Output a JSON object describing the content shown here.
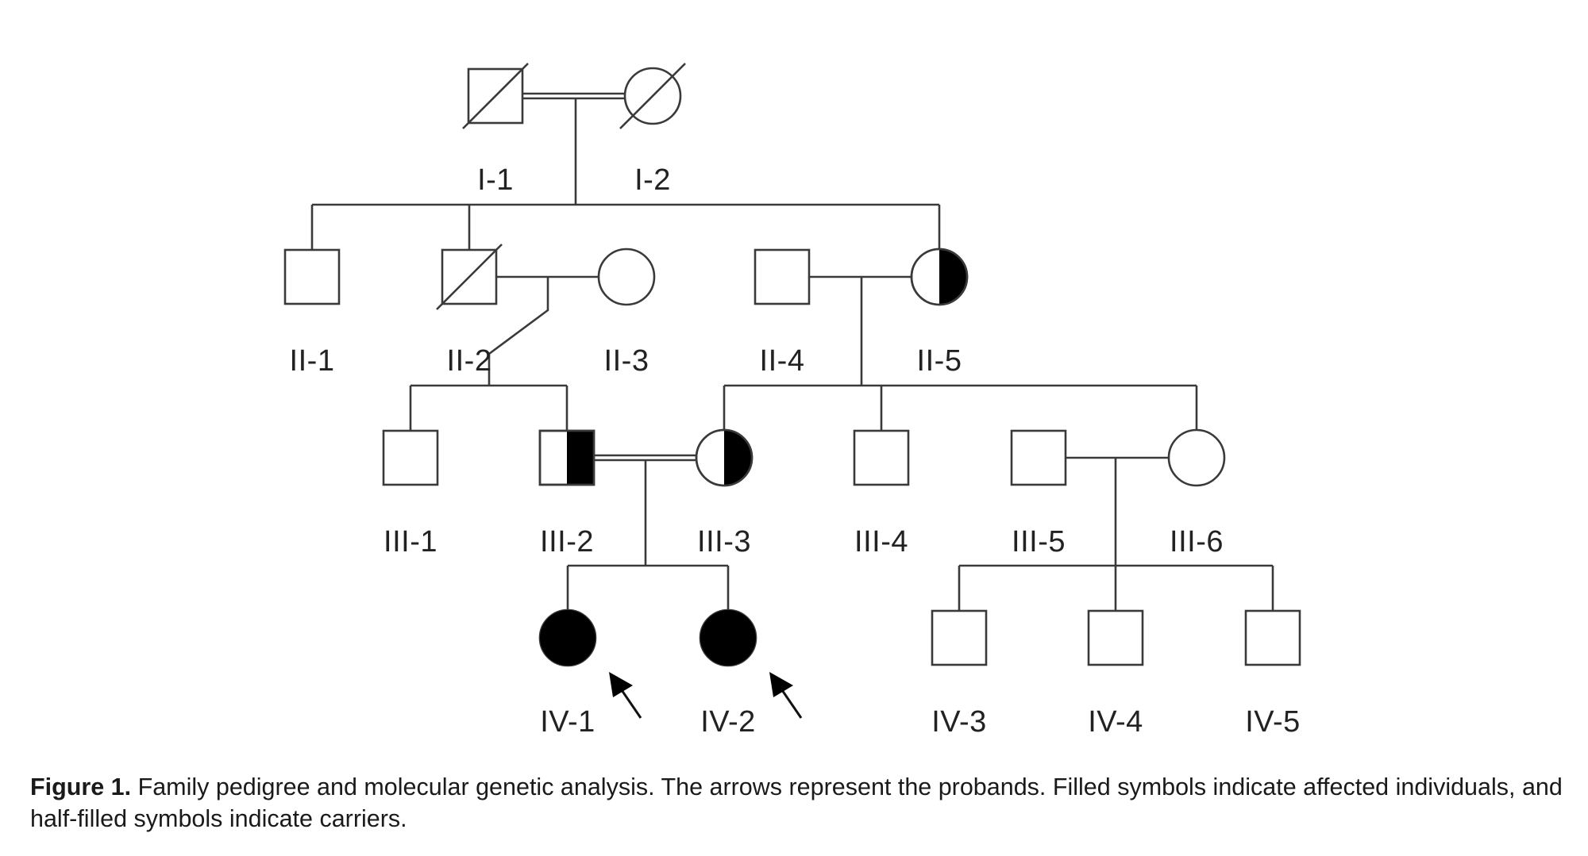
{
  "figure": {
    "caption_label": "Figure 1.",
    "caption_text": " Family pedigree and molecular genetic analysis. The arrows represent the probands. Filled symbols indicate affected individuals, and half-filled symbols indicate carriers."
  },
  "pedigree": {
    "generations": [
      "I",
      "II",
      "III",
      "IV"
    ],
    "individuals": [
      {
        "id": "I-1",
        "sex": "male",
        "status": "unaffected",
        "deceased": true,
        "proband": false
      },
      {
        "id": "I-2",
        "sex": "female",
        "status": "unaffected",
        "deceased": true,
        "proband": false
      },
      {
        "id": "II-1",
        "sex": "male",
        "status": "unaffected",
        "deceased": false,
        "proband": false
      },
      {
        "id": "II-2",
        "sex": "male",
        "status": "unaffected",
        "deceased": true,
        "proband": false
      },
      {
        "id": "II-3",
        "sex": "female",
        "status": "unaffected",
        "deceased": false,
        "proband": false
      },
      {
        "id": "II-4",
        "sex": "male",
        "status": "unaffected",
        "deceased": false,
        "proband": false
      },
      {
        "id": "II-5",
        "sex": "female",
        "status": "carrier",
        "deceased": false,
        "proband": false
      },
      {
        "id": "III-1",
        "sex": "male",
        "status": "unaffected",
        "deceased": false,
        "proband": false
      },
      {
        "id": "III-2",
        "sex": "male",
        "status": "carrier",
        "deceased": false,
        "proband": false
      },
      {
        "id": "III-3",
        "sex": "female",
        "status": "carrier",
        "deceased": false,
        "proband": false
      },
      {
        "id": "III-4",
        "sex": "male",
        "status": "unaffected",
        "deceased": false,
        "proband": false
      },
      {
        "id": "III-5",
        "sex": "male",
        "status": "unaffected",
        "deceased": false,
        "proband": false
      },
      {
        "id": "III-6",
        "sex": "female",
        "status": "unaffected",
        "deceased": false,
        "proband": false
      },
      {
        "id": "IV-1",
        "sex": "female",
        "status": "affected",
        "deceased": false,
        "proband": true
      },
      {
        "id": "IV-2",
        "sex": "female",
        "status": "affected",
        "deceased": false,
        "proband": true
      },
      {
        "id": "IV-3",
        "sex": "male",
        "status": "unaffected",
        "deceased": false,
        "proband": false
      },
      {
        "id": "IV-4",
        "sex": "male",
        "status": "unaffected",
        "deceased": false,
        "proband": false
      },
      {
        "id": "IV-5",
        "sex": "male",
        "status": "unaffected",
        "deceased": false,
        "proband": false
      }
    ],
    "unions": [
      {
        "partners": [
          "I-1",
          "I-2"
        ],
        "consanguineous": true,
        "children": [
          "II-1",
          "II-2",
          "II-5"
        ]
      },
      {
        "partners": [
          "II-2",
          "II-3"
        ],
        "consanguineous": false,
        "children": [
          "III-1",
          "III-2"
        ]
      },
      {
        "partners": [
          "II-4",
          "II-5"
        ],
        "consanguineous": false,
        "children": [
          "III-3",
          "III-4",
          "III-6"
        ]
      },
      {
        "partners": [
          "III-2",
          "III-3"
        ],
        "consanguineous": true,
        "children": [
          "IV-1",
          "IV-2"
        ]
      },
      {
        "partners": [
          "III-5",
          "III-6"
        ],
        "consanguineous": false,
        "children": [
          "IV-3",
          "IV-4",
          "IV-5"
        ]
      }
    ]
  }
}
